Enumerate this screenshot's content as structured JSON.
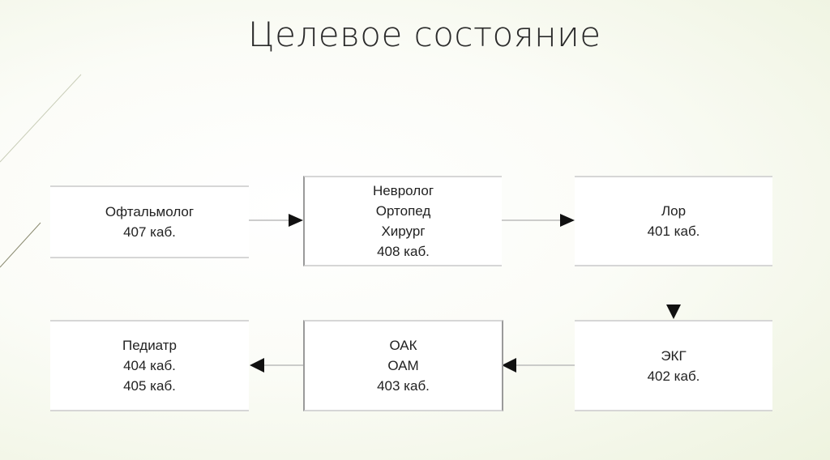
{
  "title": "Целевое состояние",
  "boxes": [
    {
      "lines": [
        "Офтальмолог",
        "407 каб."
      ]
    },
    {
      "lines": [
        "Невролог",
        "Ортопед",
        "Хирург",
        "408 каб."
      ]
    },
    {
      "lines": [
        "Лор",
        "401 каб."
      ]
    },
    {
      "lines": [
        "ЭКГ",
        "402 каб."
      ]
    },
    {
      "lines": [
        "ОАК",
        "ОАМ",
        "403 каб."
      ]
    },
    {
      "lines": [
        "Педиатр",
        "404 каб.",
        "405 каб."
      ]
    }
  ]
}
